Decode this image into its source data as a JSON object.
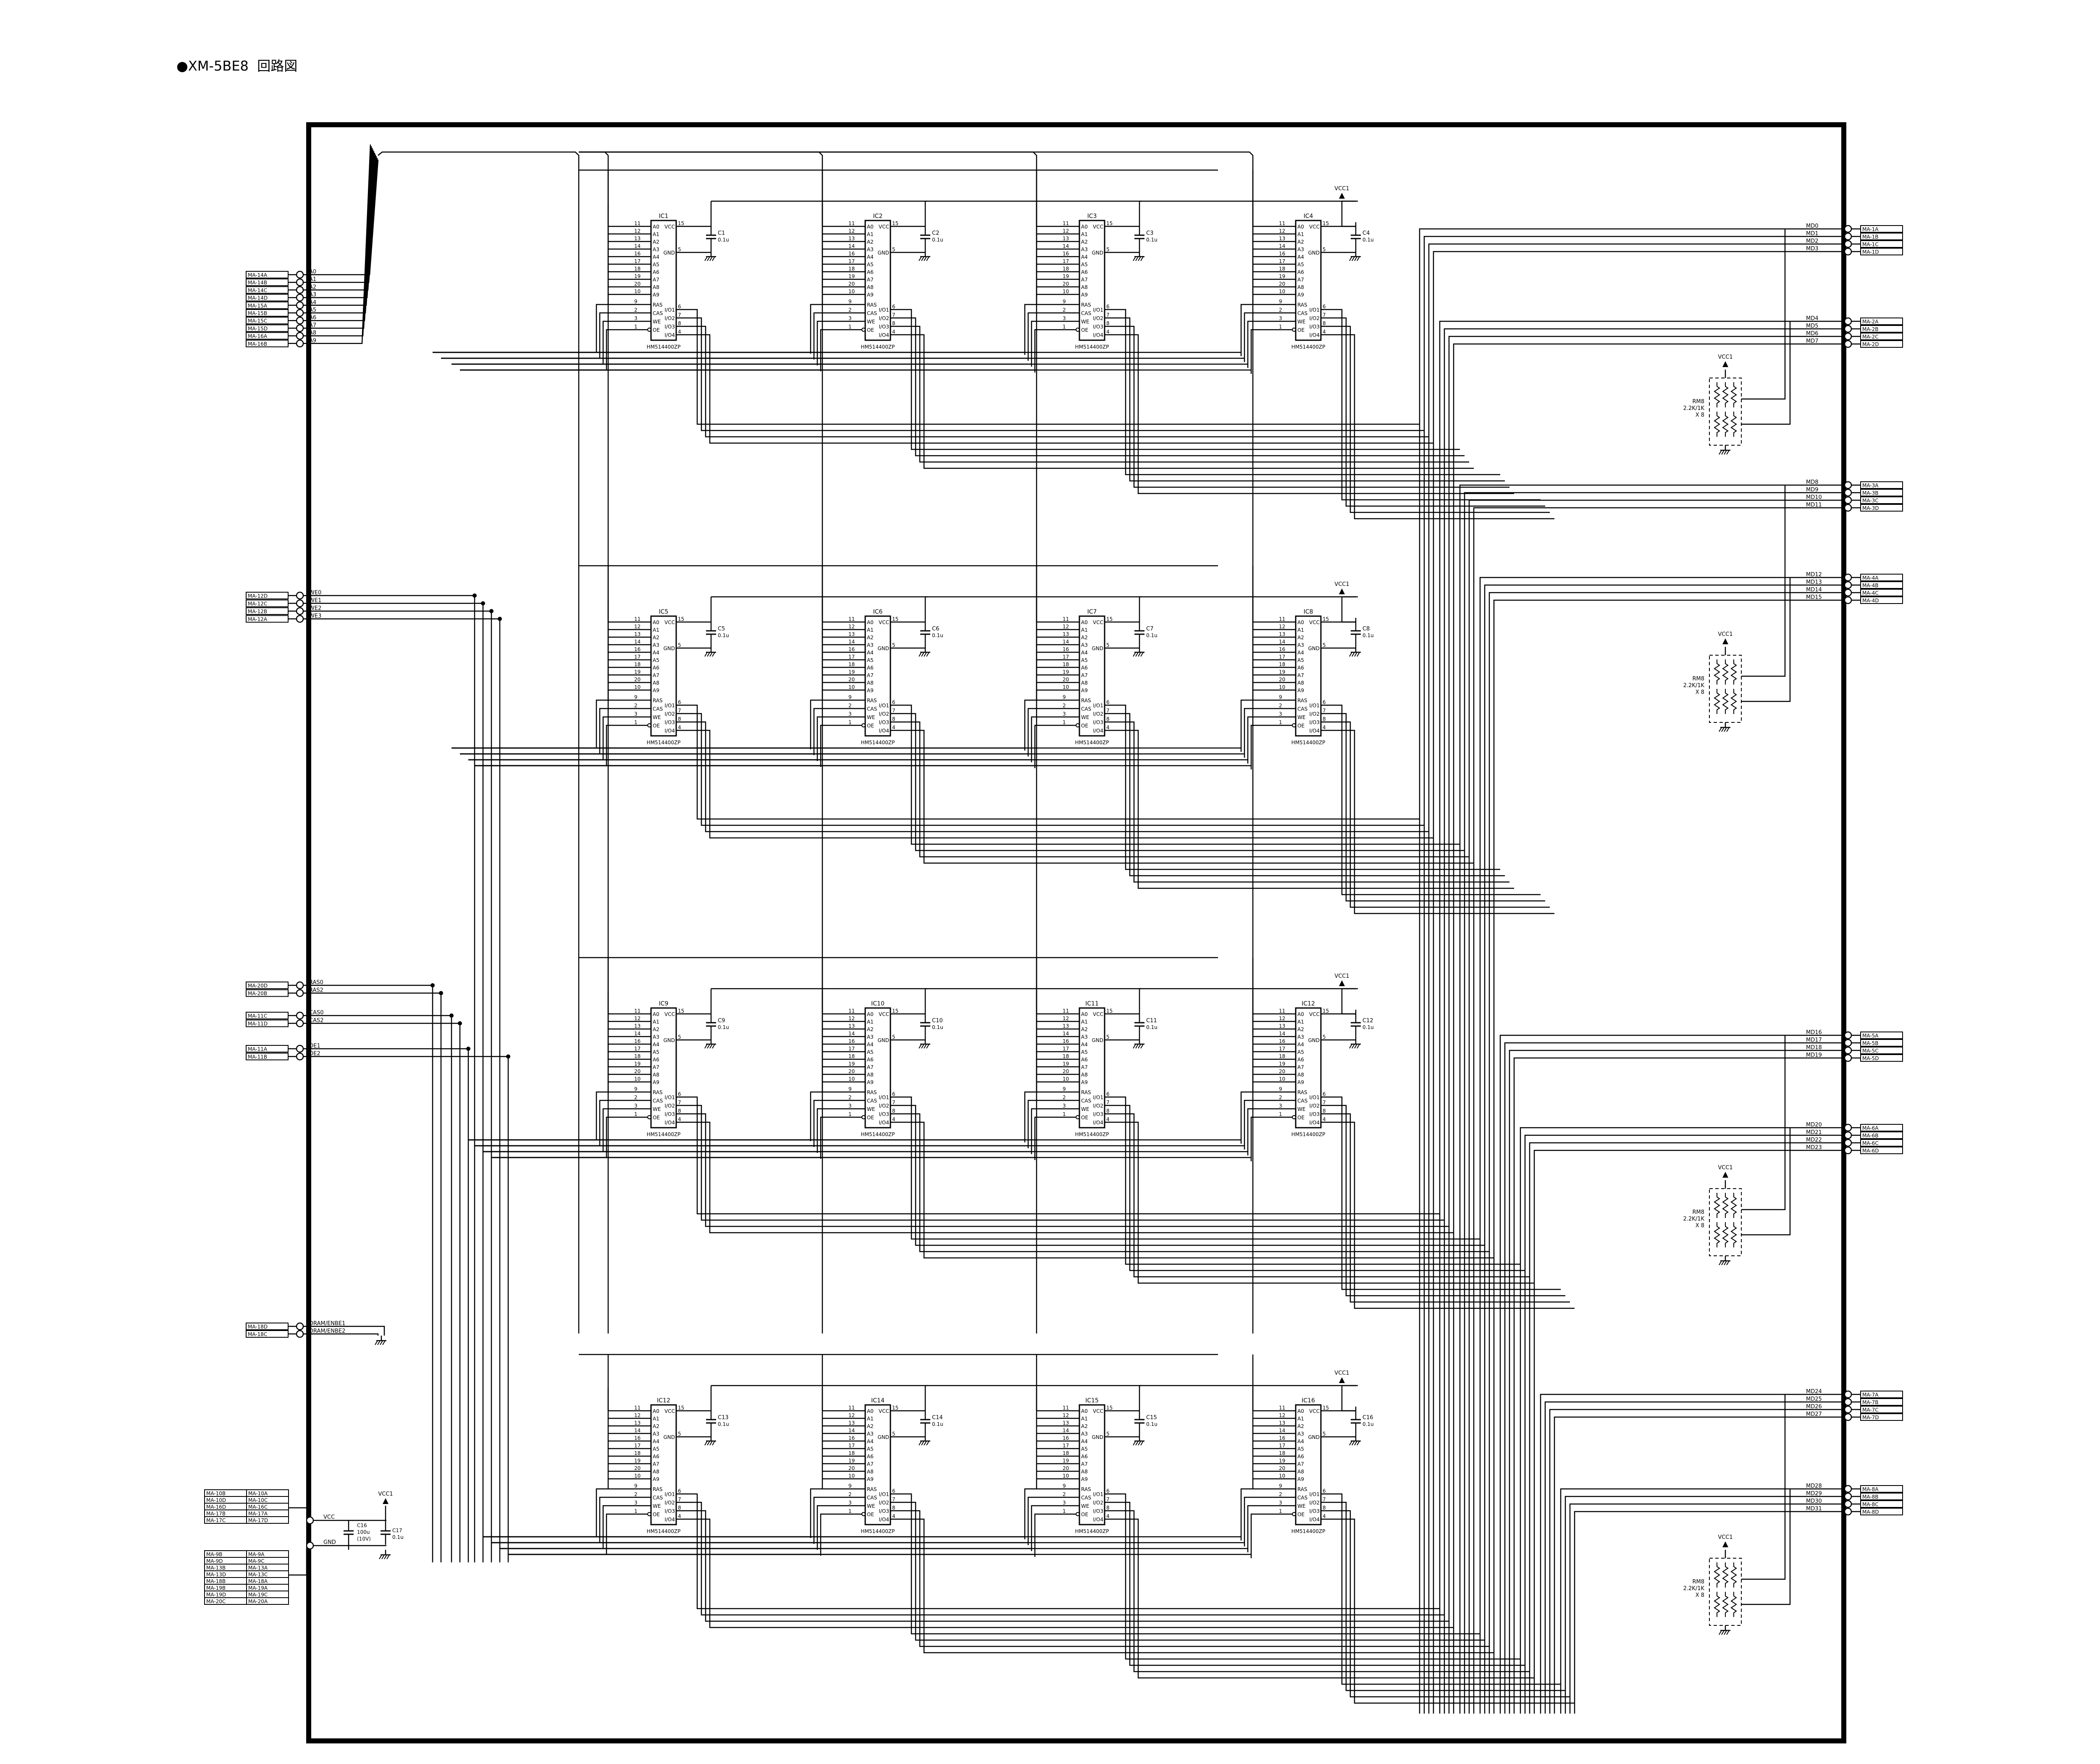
{
  "title": "●XM-5BE8  回路図",
  "vcc_label": "VCC1",
  "chip_part": "HM514400ZP",
  "chips": [
    "IC1",
    "IC2",
    "IC3",
    "IC4",
    "IC5",
    "IC6",
    "IC7",
    "IC8",
    "IC9",
    "IC10",
    "IC11",
    "IC12",
    "IC12",
    "IC14",
    "IC15",
    "IC16"
  ],
  "caps": [
    "C1",
    "C2",
    "C3",
    "C4",
    "C5",
    "C6",
    "C7",
    "C8",
    "C9",
    "C10",
    "C11",
    "C12",
    "C13",
    "C14",
    "C15",
    "C16"
  ],
  "cap_value": "0.1u",
  "pin_left_names": [
    "A0",
    "A1",
    "A2",
    "A3",
    "A4",
    "A5",
    "A6",
    "A7",
    "A8",
    "A9",
    "RAS",
    "CAS",
    "WE",
    "OE"
  ],
  "pin_left_nums": [
    "11",
    "12",
    "13",
    "14",
    "16",
    "17",
    "18",
    "19",
    "20",
    "10",
    "9",
    "2",
    "3",
    "1"
  ],
  "pin_right_names": [
    "VCC",
    "GND",
    "I/O1",
    "I/O2",
    "I/O3",
    "I/O4"
  ],
  "pin_right_nums": [
    "15",
    "5",
    "6",
    "7",
    "8",
    "4"
  ],
  "left_connectors": [
    {
      "pins": [
        "MA-14A",
        "MA-14B",
        "MA-14C",
        "MA-14D",
        "MA-15A",
        "MA-15B",
        "MA-15C",
        "MA-15D",
        "MA-16A",
        "MA-16B"
      ],
      "signals": [
        "A0",
        "A1",
        "A2",
        "A3",
        "A4",
        "A5",
        "A6",
        "A7",
        "A8",
        "A9"
      ]
    },
    {
      "pins": [
        "MA-12D",
        "MA-12C",
        "MA-12B",
        "MA-12A"
      ],
      "signals": [
        "WE0",
        "WE1",
        "WE2",
        "WE3"
      ]
    },
    {
      "pins": [
        "MA-20D",
        "MA-20B"
      ],
      "signals": [
        "RAS0",
        "RAS2"
      ]
    },
    {
      "pins": [
        "MA-11C",
        "MA-11D"
      ],
      "signals": [
        "CAS0",
        "CAS2"
      ]
    },
    {
      "pins": [
        "MA-11A",
        "MA-11B"
      ],
      "signals": [
        "OE1",
        "OE2"
      ]
    },
    {
      "pins": [
        "MA-18D",
        "MA-18C"
      ],
      "signals": [
        "DRAM/ENBE1",
        "DRAM/ENBE2"
      ]
    }
  ],
  "power_connectors": {
    "left_col": [
      "MA-10B",
      "MA-10D",
      "MA-16D",
      "MA-17B",
      "MA-17C"
    ],
    "right_col": [
      "MA-10A",
      "MA-10C",
      "MA-16C",
      "MA-17A",
      "MA-17D"
    ],
    "net_vcc": "VCC",
    "net_gnd": "GND",
    "c16_label": "C16",
    "c16_value": "100u",
    "c16_rating": "(10V)",
    "c17_label": "C17",
    "c17_value": "0.1u"
  },
  "gnd_connectors": {
    "left_col": [
      "MA-9B",
      "MA-9D",
      "MA-13B",
      "MA-13D",
      "MA-18B",
      "MA-19B",
      "MA-19D",
      "MA-20C"
    ],
    "right_col": [
      "MA-9A",
      "MA-9C",
      "MA-13A",
      "MA-13C",
      "MA-18A",
      "MA-19A",
      "MA-19C",
      "MA-20A"
    ]
  },
  "right_connectors": [
    {
      "signals": [
        "MD0",
        "MD1",
        "MD2",
        "MD3"
      ],
      "pins": [
        "MA-1A",
        "MA-1B",
        "MA-1C",
        "MA-1D"
      ]
    },
    {
      "signals": [
        "MD4",
        "MD5",
        "MD6",
        "MD7"
      ],
      "pins": [
        "MA-2A",
        "MA-2B",
        "MA-2C",
        "MA-2D"
      ]
    },
    {
      "signals": [
        "MD8",
        "MD9",
        "MD10",
        "MD11"
      ],
      "pins": [
        "MA-3A",
        "MA-3B",
        "MA-3C",
        "MA-3D"
      ]
    },
    {
      "signals": [
        "MD12",
        "MD13",
        "MD14",
        "MD15"
      ],
      "pins": [
        "MA-4A",
        "MA-4B",
        "MA-4C",
        "MA-4D"
      ]
    },
    {
      "signals": [
        "MD16",
        "MD17",
        "MD18",
        "MD19"
      ],
      "pins": [
        "MA-5A",
        "MA-5B",
        "MA-5C",
        "MA-5D"
      ]
    },
    {
      "signals": [
        "MD20",
        "MD21",
        "MD22",
        "MD23"
      ],
      "pins": [
        "MA-6A",
        "MA-6B",
        "MA-6C",
        "MA-6D"
      ]
    },
    {
      "signals": [
        "MD24",
        "MD25",
        "MD26",
        "MD27"
      ],
      "pins": [
        "MA-7A",
        "MA-7B",
        "MA-7C",
        "MA-7D"
      ]
    },
    {
      "signals": [
        "MD28",
        "MD29",
        "MD30",
        "MD31"
      ],
      "pins": [
        "MA-8A",
        "MA-8B",
        "MA-8C",
        "MA-8D"
      ]
    }
  ],
  "resistor_packs": [
    {
      "name": "RM8",
      "value": "2.2K/1K",
      "mult": "X 8"
    },
    {
      "name": "RM8",
      "value": "2.2K/1K",
      "mult": "X 8"
    },
    {
      "name": "RM8",
      "value": "2.2K/1K",
      "mult": "X 8"
    },
    {
      "name": "RM8",
      "value": "2.2K/1K",
      "mult": "X 8"
    }
  ]
}
